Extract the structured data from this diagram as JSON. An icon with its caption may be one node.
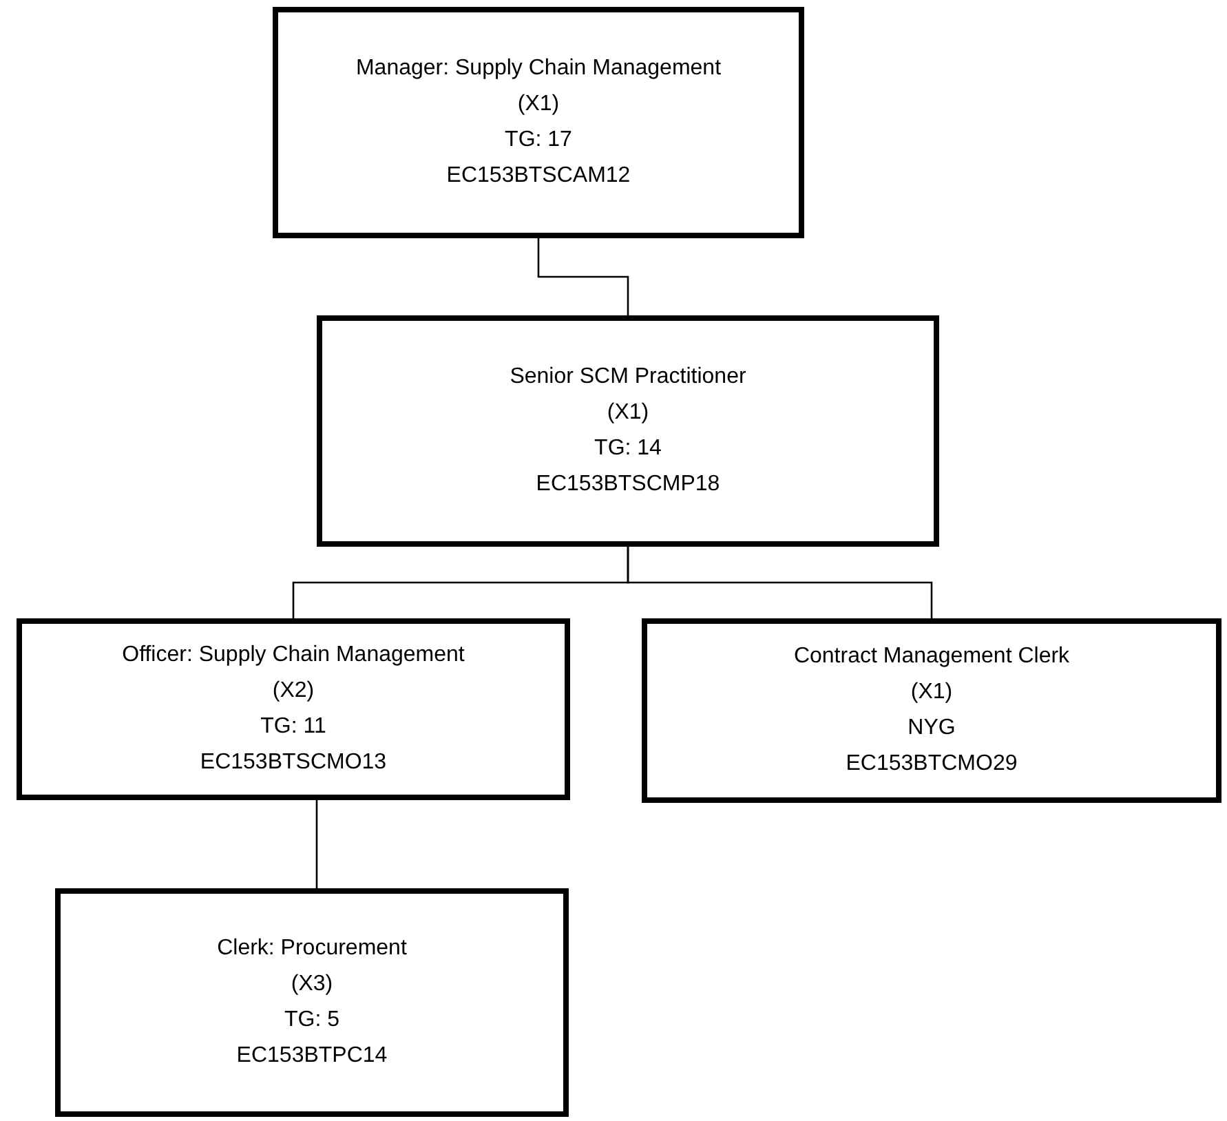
{
  "diagram": {
    "nodes": [
      {
        "text": [
          "Manager: Supply Chain Management",
          "(X1)",
          "TG: 17",
          "EC153BTSCAM12"
        ]
      },
      {
        "text": [
          "Senior SCM Practitioner",
          "(X1)",
          "TG: 14",
          "EC153BTSCMP18"
        ]
      },
      {
        "text": [
          "Officer: Supply Chain Management",
          "(X2)",
          "TG: 11",
          "EC153BTSCMO13"
        ]
      },
      {
        "text": [
          "Contract Management Clerk",
          "(X1)",
          "NYG",
          "EC153BTCMO29"
        ]
      },
      {
        "text": [
          "Clerk: Procurement",
          "(X3)",
          "TG: 5",
          "EC153BTPC14"
        ]
      }
    ],
    "edges": [
      {
        "from": 0,
        "to": 1,
        "arrow": "none"
      },
      {
        "from": 1,
        "to": 2,
        "arrow": "none"
      },
      {
        "from": 1,
        "to": 3,
        "arrow": "none"
      },
      {
        "from": 2,
        "to": 4,
        "arrow": "none"
      }
    ]
  }
}
